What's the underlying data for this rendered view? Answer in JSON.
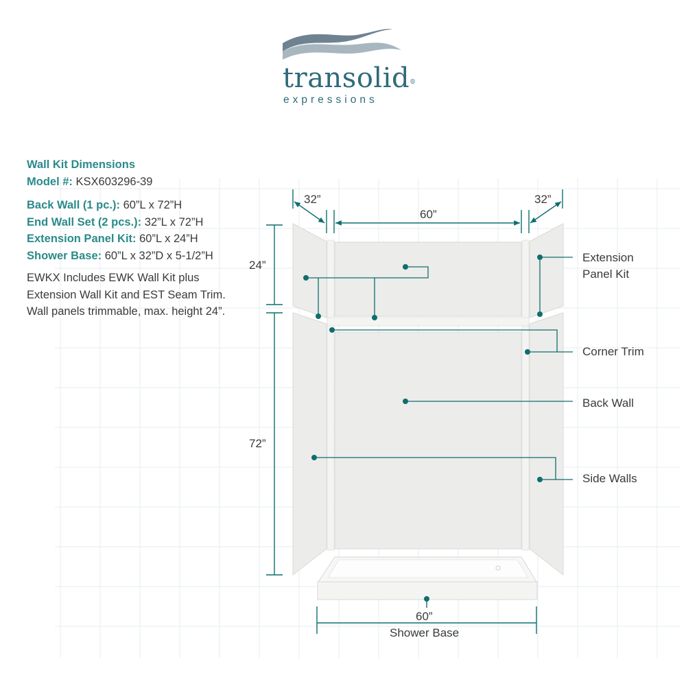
{
  "brand": {
    "name": "transolid",
    "registered": "®",
    "tagline": "expressions",
    "color": "#2f6a7a"
  },
  "specs": {
    "title": "Wall Kit Dimensions",
    "model_label": "Model #:",
    "model_value": "KSX603296-39",
    "items": [
      {
        "label": "Back Wall (1 pc.):",
        "value": "60”L x 72”H"
      },
      {
        "label": "End Wall Set (2 pcs.):",
        "value": "32”L x 72”H"
      },
      {
        "label": "Extension Panel Kit:",
        "value": "60”L x 24”H"
      },
      {
        "label": "Shower Base:",
        "value": "60”L x 32”D x 5-1/2”H"
      }
    ],
    "note": "EWKX Includes EWK Wall Kit plus Extension Wall Kit and EST Seam Trim. Wall panels trimmable, max. height 24”."
  },
  "diagram": {
    "dimensions": {
      "left_width": "32”",
      "top_width": "60”",
      "right_width": "32”",
      "upper_height": "24”",
      "lower_height": "72”",
      "base_width": "60”"
    },
    "callouts": {
      "extension_panel_kit_line1": "Extension",
      "extension_panel_kit_line2": "Panel Kit",
      "corner_trim": "Corner Trim",
      "back_wall": "Back Wall",
      "side_walls": "Side Walls",
      "shower_base": "Shower Base"
    },
    "colors": {
      "accent": "#2b8a8a",
      "marker": "#0f6e6e",
      "panel": "#ececea",
      "grid": "#e6eef2"
    }
  }
}
